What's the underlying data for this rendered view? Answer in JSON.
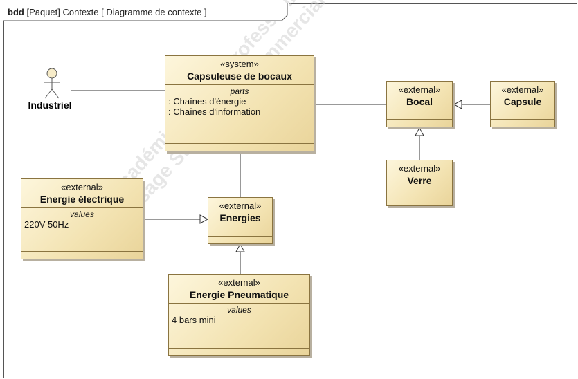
{
  "frame": {
    "keyword": "bdd",
    "title": "[Paquet] Contexte [ Diagramme de contexte ]"
  },
  "watermark": {
    "line1": "Académique pour Professeur Seulement Interdit",
    "line2": "Usage Strictement Commercial est strictement"
  },
  "actor": {
    "name": "Industriel"
  },
  "blocks": {
    "system": {
      "stereotype": "«system»",
      "name": "Capsuleuse de bocaux",
      "compartment_title": "parts",
      "lines": [
        ": Chaînes d'énergie",
        ": Chaînes d'information"
      ]
    },
    "bocal": {
      "stereotype": "«external»",
      "name": "Bocal"
    },
    "capsule": {
      "stereotype": "«external»",
      "name": "Capsule"
    },
    "verre": {
      "stereotype": "«external»",
      "name": "Verre"
    },
    "energie_electrique": {
      "stereotype": "«external»",
      "name": "Energie électrique",
      "compartment_title": "values",
      "lines": [
        "220V-50Hz"
      ]
    },
    "energies": {
      "stereotype": "«external»",
      "name": "Energies"
    },
    "energie_pneumatique": {
      "stereotype": "«external»",
      "name": "Energie Pneumatique",
      "compartment_title": "values",
      "lines": [
        "4 bars mini"
      ]
    }
  },
  "colors": {
    "block_fill": "#f3e3b2",
    "block_border": "#8a7440",
    "edge": "#333333"
  }
}
